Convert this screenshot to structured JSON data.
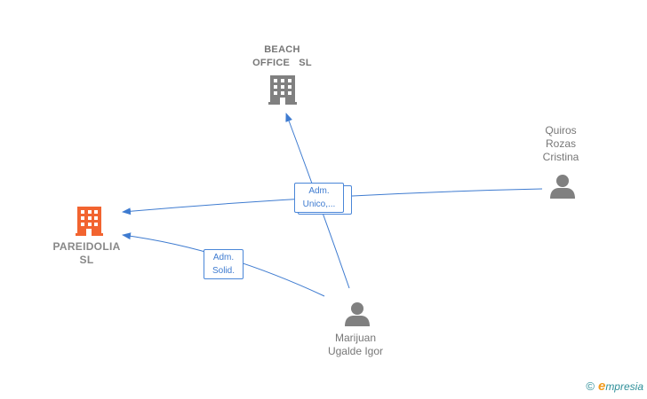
{
  "colors": {
    "edge": "#3e7bd0",
    "company_default": "#808080",
    "company_focus": "#f26430",
    "person": "#808080",
    "brand_accent": "#f29a1c",
    "brand_teal": "#2f8f99"
  },
  "nodes": {
    "beach_office": {
      "line1": "BEACH",
      "line2": "OFFICE   SL",
      "icon": "building-icon"
    },
    "pareidolia": {
      "line1": "PAREIDOLIA",
      "line2": "SL",
      "icon": "building-icon"
    },
    "quiros": {
      "line1": "Quiros",
      "line2": "Rozas",
      "line3": "Cristina",
      "icon": "person-icon"
    },
    "marijuan": {
      "line1": "Marijuan",
      "line2": "Ugalde Igor",
      "icon": "person-icon"
    }
  },
  "relations": {
    "adm_unico": {
      "line1": "Adm.",
      "line2": "Unico,..."
    },
    "adm_solid": {
      "line1": "Adm.",
      "line2": "Solid."
    }
  },
  "brand": {
    "copyright": "©",
    "initial": "e",
    "rest": "mpresia"
  }
}
